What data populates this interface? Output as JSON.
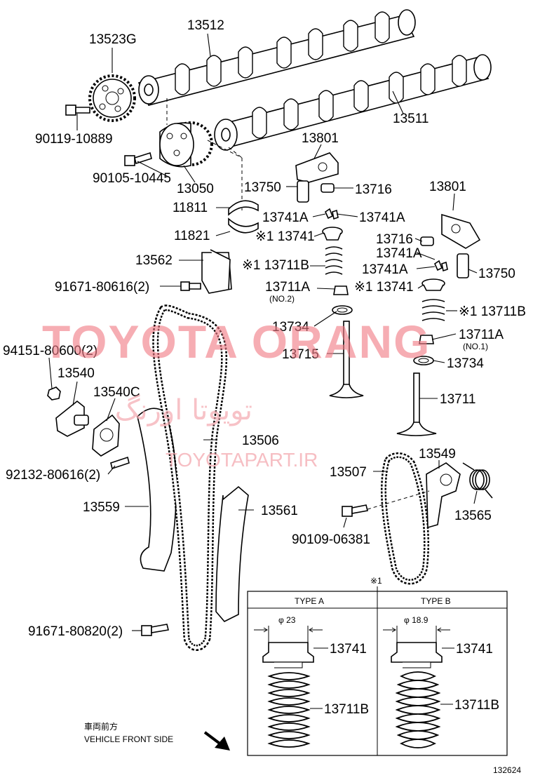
{
  "parts": {
    "camshaft_exhaust": "13512",
    "camshaft_timing_sprocket": "13523G",
    "bolt_sprocket": "90119-10889",
    "camshaft_intake": "13511",
    "bolt_vvt": "90105-10445",
    "vvt_gear": "13050",
    "rocker_arm_upper": "13801",
    "lash_adjuster_upper": "13750",
    "lash_pad_upper": "13716",
    "bearing_upper": "11811",
    "keeper_upper_a": "13741A",
    "keeper_upper_b": "13741A",
    "bearing_lower": "11821",
    "retainer_upper": "※1 13741",
    "chain_guide_bracket": "13562",
    "spring_upper": "※1 13711B",
    "bolt_bracket": "91671-80616(2)",
    "seal_upper": "13711A",
    "seal_upper_note": "(NO.2)",
    "retainer_mid": "※1 13741",
    "washer_upper": "13734",
    "valve_exhaust": "13715",
    "rocker_arm_right": "13801",
    "lash_pad_right": "13716",
    "keeper_right_a": "13741A",
    "keeper_right_b": "13741A",
    "lash_adjuster_right": "13750",
    "spring_right": "※1 13711B",
    "seal_right": "13711A",
    "seal_right_note": "(NO.1)",
    "washer_right": "13734",
    "valve_intake": "13711",
    "nut_tensioner": "94151-80600(2)",
    "chain_tensioner": "13540",
    "gasket_tensioner": "13540C",
    "timing_chain": "13506",
    "stud_bolt": "92132-80616(2)",
    "slipper_tensioner": "13559",
    "vibration_damper": "13561",
    "bolt_lower": "91671-80820(2)",
    "sub_chain": "13507",
    "chain_tensioner_arm": "13549",
    "spring_tensioner": "13565",
    "bolt_arm": "90109-06381"
  },
  "inset": {
    "note_mark": "※1",
    "type_a": {
      "title": "TYPE A",
      "diameter": "φ 23",
      "retainer": "13741",
      "spring": "13711B"
    },
    "type_b": {
      "title": "TYPE B",
      "diameter": "φ 18.9",
      "retainer": "13741",
      "spring": "13711B"
    }
  },
  "direction": {
    "label_jp": "車両前方",
    "label_en": "VEHICLE FRONT SIDE"
  },
  "diagram_id": "132624",
  "watermark": {
    "brand": "TOYOTA ORANG",
    "persian": "تويوتا اورنگ",
    "url": "TOYOTAPART.IR"
  },
  "colors": {
    "ink": "#000000",
    "watermark": "#f27b86"
  }
}
